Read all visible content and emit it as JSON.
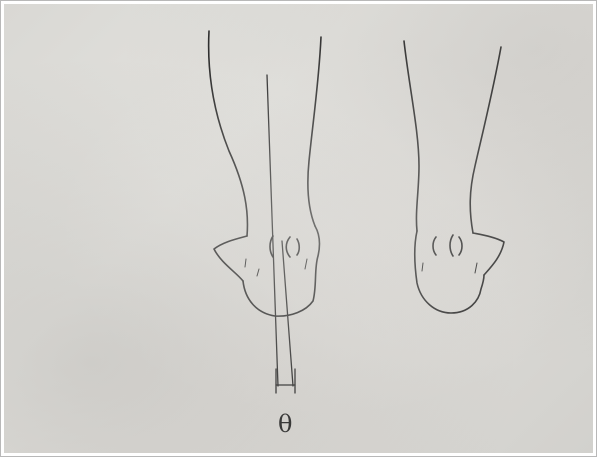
{
  "figure": {
    "angle_symbol": "θ",
    "colors": {
      "ink": "#2a2a2a",
      "paper": "#dddcd8"
    },
    "feet": [
      {
        "name": "left-foot-posterior-view",
        "has_angle_measurement": true
      },
      {
        "name": "right-foot-posterior-view",
        "has_angle_measurement": false
      }
    ]
  }
}
